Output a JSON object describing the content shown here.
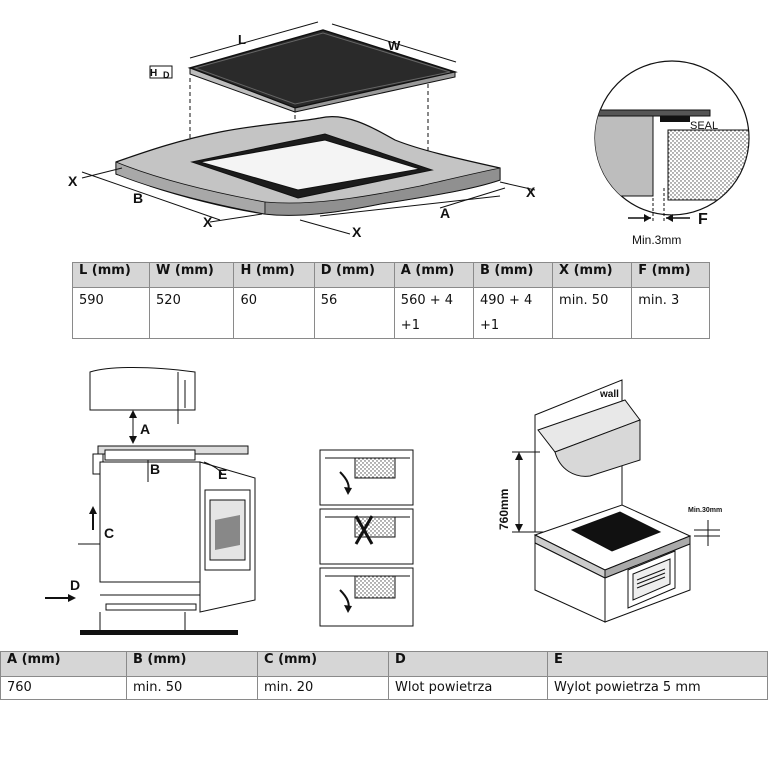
{
  "top_diagram": {
    "hob_labels": {
      "L": "L",
      "W": "W",
      "H": "H",
      "D": "D"
    },
    "cutout_labels": {
      "X": "X",
      "B": "B",
      "A": "A"
    }
  },
  "seal_detail": {
    "seal": "SEAL",
    "f": "F",
    "min": "Min.3mm"
  },
  "top_table": {
    "headers": [
      "L (mm)",
      "W (mm)",
      "H (mm)",
      "D (mm)",
      "A (mm)",
      "B (mm)",
      "X (mm)",
      "F (mm)"
    ],
    "values": [
      "590",
      "520",
      "60",
      "56",
      "560 + 4\n+1",
      "490 + 4\n+1",
      "min. 50",
      "min. 3"
    ]
  },
  "side_diagram": {
    "A": "A",
    "B": "B",
    "C": "C",
    "D": "D",
    "E": "E"
  },
  "kitchen_diagram": {
    "wall": "wall",
    "height": "760mm",
    "min30": "Min.30mm"
  },
  "bottom_table": {
    "headers": [
      "A (mm)",
      "B (mm)",
      "C (mm)",
      "D",
      "E"
    ],
    "values": [
      "760",
      "min. 50",
      "min. 20",
      "Wlot powietrza",
      "Wylot powietrza 5 mm"
    ]
  }
}
